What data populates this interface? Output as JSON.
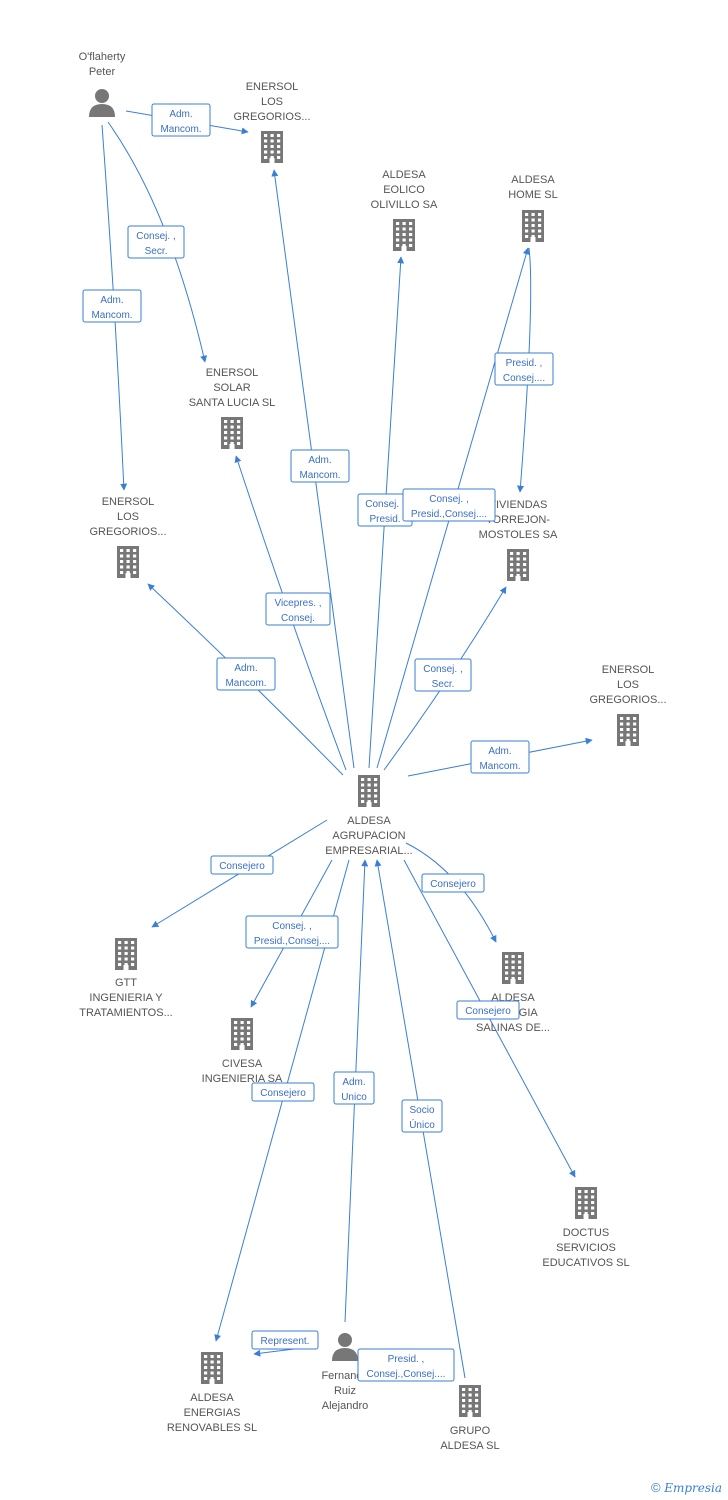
{
  "colors": {
    "edge": "#3a7fd5",
    "edge_text": "#3a6fc4",
    "icon": "#777777",
    "label": "#555555"
  },
  "nodes": [
    {
      "id": "peter",
      "kind": "person",
      "lines": [
        "O'flaherty",
        "Peter"
      ]
    },
    {
      "id": "enersol_gregorios_1",
      "kind": "company",
      "lines": [
        "ENERSOL",
        "LOS",
        "GREGORIOS..."
      ]
    },
    {
      "id": "aldesa_eolico",
      "kind": "company",
      "lines": [
        "ALDESA",
        "EOLICO",
        "OLIVILLO SA"
      ]
    },
    {
      "id": "aldesa_home",
      "kind": "company",
      "lines": [
        "ALDESA",
        "HOME SL"
      ]
    },
    {
      "id": "enersol_santa_lucia",
      "kind": "company",
      "lines": [
        "ENERSOL",
        "SOLAR",
        "SANTA LUCIA SL"
      ]
    },
    {
      "id": "enersol_gregorios_2",
      "kind": "company",
      "lines": [
        "ENERSOL",
        "LOS",
        "GREGORIOS..."
      ]
    },
    {
      "id": "viviendas",
      "kind": "company",
      "lines": [
        "VIVIENDAS",
        "TORREJON-",
        "MOSTOLES SA"
      ]
    },
    {
      "id": "enersol_gregorios_3",
      "kind": "company",
      "lines": [
        "ENERSOL",
        "LOS",
        "GREGORIOS..."
      ]
    },
    {
      "id": "aldesa_agrupacion",
      "kind": "company",
      "lines": [
        "ALDESA",
        "AGRUPACION",
        "EMPRESARIAL..."
      ]
    },
    {
      "id": "gtt",
      "kind": "company",
      "lines": [
        "GTT",
        "INGENIERIA Y",
        "TRATAMIENTOS..."
      ]
    },
    {
      "id": "civesa",
      "kind": "company",
      "lines": [
        "CIVESA",
        "INGENIERIA SA"
      ]
    },
    {
      "id": "aldesa_salinas",
      "kind": "company",
      "lines": [
        "ALDESA",
        "ENERGIA",
        "SALINAS DE..."
      ]
    },
    {
      "id": "doctus",
      "kind": "company",
      "lines": [
        "DOCTUS",
        "SERVICIOS",
        "EDUCATIVOS SL"
      ]
    },
    {
      "id": "aldesa_energias",
      "kind": "company",
      "lines": [
        "ALDESA",
        "ENERGIAS",
        "RENOVABLES SL"
      ]
    },
    {
      "id": "fernando",
      "kind": "person",
      "lines": [
        "Fernando",
        "Ruiz",
        "Alejandro"
      ]
    },
    {
      "id": "grupo_aldesa",
      "kind": "company",
      "lines": [
        "GRUPO",
        "ALDESA SL"
      ]
    }
  ],
  "edges": [
    {
      "id": "peter-enersol1",
      "lines": [
        "Adm.",
        "Mancom."
      ]
    },
    {
      "id": "peter-santalucia",
      "lines": [
        "Consej. ,",
        "Secr."
      ]
    },
    {
      "id": "peter-enersol2",
      "lines": [
        "Adm.",
        "Mancom."
      ]
    },
    {
      "id": "agr-enersol1",
      "lines": [
        "Adm.",
        "Mancom."
      ]
    },
    {
      "id": "agr-eolico",
      "lines": [
        "Consej. ,",
        "Presid."
      ]
    },
    {
      "id": "agr-home",
      "lines": [
        "Consej. ,",
        "Presid.,Consej...."
      ]
    },
    {
      "id": "home-viviendas",
      "lines": [
        "Presid. ,",
        "Consej...."
      ]
    },
    {
      "id": "agr-santalucia",
      "lines": [
        "Vicepres. ,",
        "Consej."
      ]
    },
    {
      "id": "agr-enersol2",
      "lines": [
        "Adm.",
        "Mancom."
      ]
    },
    {
      "id": "agr-viviendas",
      "lines": [
        "Consej. ,",
        "Secr."
      ]
    },
    {
      "id": "agr-enersol3",
      "lines": [
        "Adm.",
        "Mancom."
      ]
    },
    {
      "id": "agr-gtt",
      "lines": [
        "Consejero"
      ]
    },
    {
      "id": "agr-civesa",
      "lines": [
        "Consej. ,",
        "Presid.,Consej...."
      ]
    },
    {
      "id": "agr-salinas",
      "lines": [
        "Consejero"
      ]
    },
    {
      "id": "agr-doctus",
      "lines": [
        "Consejero"
      ]
    },
    {
      "id": "agr-energias",
      "lines": [
        "Consejero"
      ]
    },
    {
      "id": "fernando-agr",
      "lines": [
        "Adm.",
        "Unico"
      ]
    },
    {
      "id": "grupo-agr",
      "lines": [
        "Socio",
        "Único"
      ]
    },
    {
      "id": "fernando-energias",
      "lines": [
        "Represent."
      ]
    },
    {
      "id": "fernando-grupo",
      "lines": [
        "Presid. ,",
        "Consej.,Consej...."
      ]
    }
  ],
  "footer": {
    "copyright_symbol": "©",
    "brand": "Empresia"
  }
}
